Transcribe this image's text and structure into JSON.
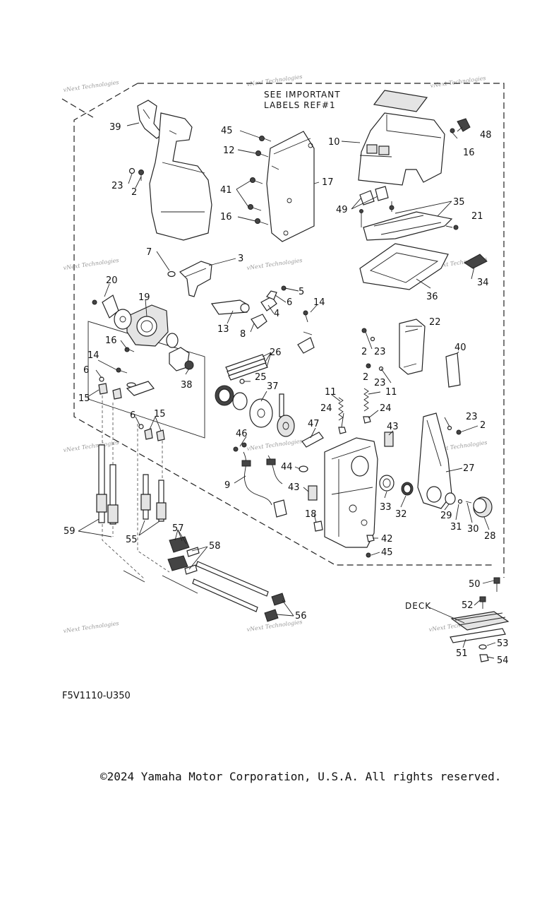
{
  "diagram_code": "F5V1110-U350",
  "copyright": "©2024 Yamaha Motor Corporation, U.S.A. All rights reserved.",
  "notes": {
    "line1": "SEE IMPORTANT",
    "line2": "LABELS REF#1",
    "deck": "DECK"
  },
  "watermark": "vNext Technologies",
  "callouts": {
    "c39": "39",
    "c23a": "23",
    "c2a": "2",
    "c45a": "45",
    "c12": "12",
    "c41": "41",
    "c16a": "16",
    "c17": "17",
    "c10": "10",
    "c48": "48",
    "c16b": "16",
    "c49": "49",
    "c35": "35",
    "c21": "21",
    "c7": "7",
    "c3": "3",
    "c34": "34",
    "c36": "36",
    "c20": "20",
    "c19": "19",
    "c5": "5",
    "c6a": "6",
    "c14a": "14",
    "c4": "4",
    "c13": "13",
    "c8": "8",
    "c16c": "16",
    "c22": "22",
    "c2b": "2",
    "c23b": "23",
    "c40": "40",
    "c2c": "2",
    "c23c": "23",
    "c14b": "14",
    "c38": "38",
    "c26": "26",
    "c6b": "6",
    "c15a": "15",
    "c25": "25",
    "c37": "37",
    "c11a": "11",
    "c11b": "11",
    "c6c": "6",
    "c15b": "15",
    "c24a": "24",
    "c24b": "24",
    "c23d": "23",
    "c2d": "2",
    "c47": "47",
    "c43a": "43",
    "c46": "46",
    "c44": "44",
    "c9": "9",
    "c43b": "43",
    "c27": "27",
    "c33": "33",
    "c32": "32",
    "c29": "29",
    "c31": "31",
    "c30": "30",
    "c28": "28",
    "c18": "18",
    "c42": "42",
    "c45b": "45",
    "c59": "59",
    "c55": "55",
    "c57": "57",
    "c58": "58",
    "c56": "56",
    "c50": "50",
    "c52": "52",
    "c53": "53",
    "c51": "51",
    "c54": "54"
  }
}
